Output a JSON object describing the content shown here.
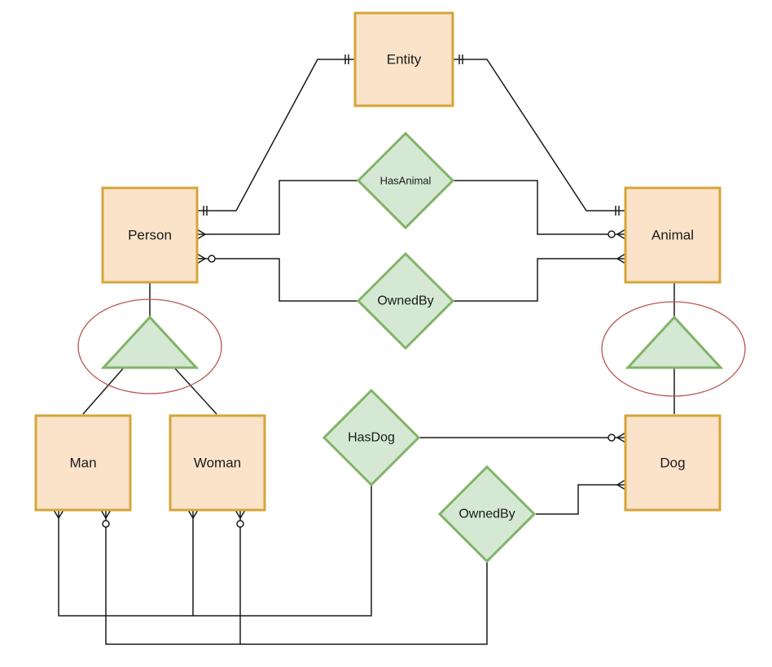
{
  "entities": {
    "entity": "Entity",
    "person": "Person",
    "animal": "Animal",
    "man": "Man",
    "woman": "Woman",
    "dog": "Dog"
  },
  "relationships": {
    "has_animal": "HasAnimal",
    "owned_by_top": "OwnedBy",
    "has_dog": "HasDog",
    "owned_by_bottom": "OwnedBy"
  },
  "colors": {
    "entity_fill": "#fae3c9",
    "entity_stroke": "#d6a439",
    "relationship_fill": "#d5e8d4",
    "relationship_stroke": "#82b366",
    "isa_ellipse_stroke": "#b85450"
  }
}
